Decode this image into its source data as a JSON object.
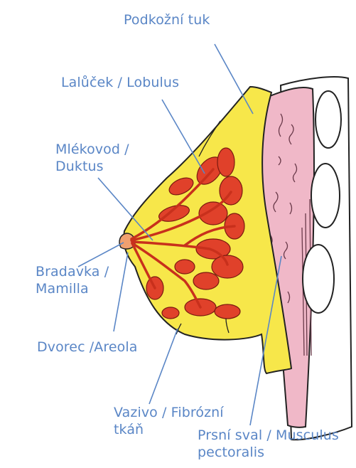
{
  "colors": {
    "label_text": "#5a86c6",
    "leader_line": "#5a86c6",
    "fat_tissue": "#f7e74a",
    "glands": "#e0412a",
    "muscle": "#f0b8c8",
    "bone": "#ffffff",
    "outline": "#222222"
  },
  "labels": {
    "podkozni_tuk": "Podkožní tuk",
    "lalucek": "Lalůček / Lobulus",
    "mlekovod_line1": "Mlékovod /",
    "mlekovod_line2": "Duktus",
    "bradavka_line1": "Bradavka /",
    "bradavka_line2": "Mamilla",
    "dvorec": "Dvorec /Areola",
    "vazivo_line1": "Vazivo / Fibrózní",
    "vazivo_line2": "tkáň",
    "prsni_line1": "Prsní sval / Musculus",
    "prsni_line2": "pectoralis"
  }
}
